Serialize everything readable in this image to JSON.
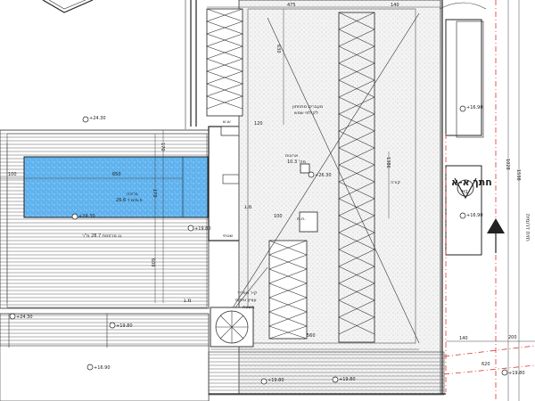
{
  "dimensions": {
    "top_475": "475",
    "top_140": "140",
    "vert_630": "630",
    "pool_length": "650",
    "pool_width": "170",
    "left_100": "100",
    "mid_120": "120",
    "mid_100": "100",
    "bottom_560": "560",
    "right_1386": "1386",
    "right_1028": "1028",
    "right_1598": "1598",
    "bottom_140": "140",
    "bottom_200": "200",
    "bottom_620": "620",
    "left_600": "600",
    "left_170": "170"
  },
  "levels": {
    "lvl_a": "+24.30",
    "lvl_b": "+24.30",
    "lvl_c": "+24.30",
    "lvl_d": "+16.90",
    "lvl_e": "+16.90",
    "lvl_f": "+19.80",
    "lvl_g": "+19.80",
    "lvl_h": "+16.90",
    "lvl_i": "+19.80",
    "lvl_j": "+19.80",
    "lvl_k": "+19.80",
    "lvl_l": "+26.30"
  },
  "labels": {
    "ss": "ש.ש",
    "stairs_title": "מעברים מתחתון",
    "stairs_sub": "לקולפי שמש",
    "storage": "ארונות",
    "storage_sub": "מק' 10.3",
    "pool_title": "בריכה",
    "pool_sub": "פ.מים ד 26.6",
    "deck": "גג מרפסת 28.7 מ\"ר",
    "mg_a": "מ.ג",
    "mg_b": "מ.ג",
    "pillar": "ח.מ.",
    "corridor": "קורה",
    "wall_note": "קיר מפריד",
    "garden_a": "עציץ טיפוס",
    "garden_b": "משטח",
    "section": "חתך א-א",
    "section_id": "H1",
    "tag_a": "שטחי",
    "vertical_label": "חזית דרומית"
  }
}
